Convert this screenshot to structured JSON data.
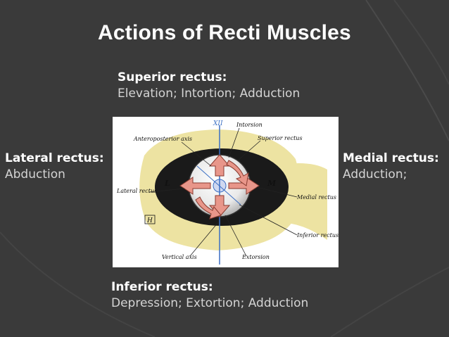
{
  "slide": {
    "title": "Actions of Recti Muscles"
  },
  "labels": {
    "superior": {
      "heading": "Superior rectus:",
      "actions": "Elevation; Intortion; Adduction"
    },
    "inferior": {
      "heading": "Inferior rectus:",
      "actions": "Depression; Extortion; Adduction"
    },
    "lateral": {
      "heading": "Lateral rectus:",
      "actions": "Abduction"
    },
    "medial": {
      "heading": "Medial rectus:",
      "actions": "Adduction;"
    }
  },
  "figure": {
    "roman_numeral": "XII",
    "left_letter": "L",
    "right_letter": "M",
    "box_letter": "H",
    "callouts": {
      "intorsion": "Intorsion",
      "anteroposterior_axis": "Anteroposterior axis",
      "superior_rectus": "Superior rectus",
      "lateral_rectus": "Lateral rectus",
      "medial_rectus": "Medial rectus",
      "inferior_rectus": "Inferior rectus",
      "vertical_axis": "Vertical axis",
      "extorsion": "Extorsion"
    }
  },
  "colors": {
    "background": "#3a3a3a",
    "text": "#ffffff",
    "subtext": "#d4d4d4",
    "skin": "#ede3a2",
    "arrow": "#e8968a",
    "axis": "#3b6fc4"
  }
}
